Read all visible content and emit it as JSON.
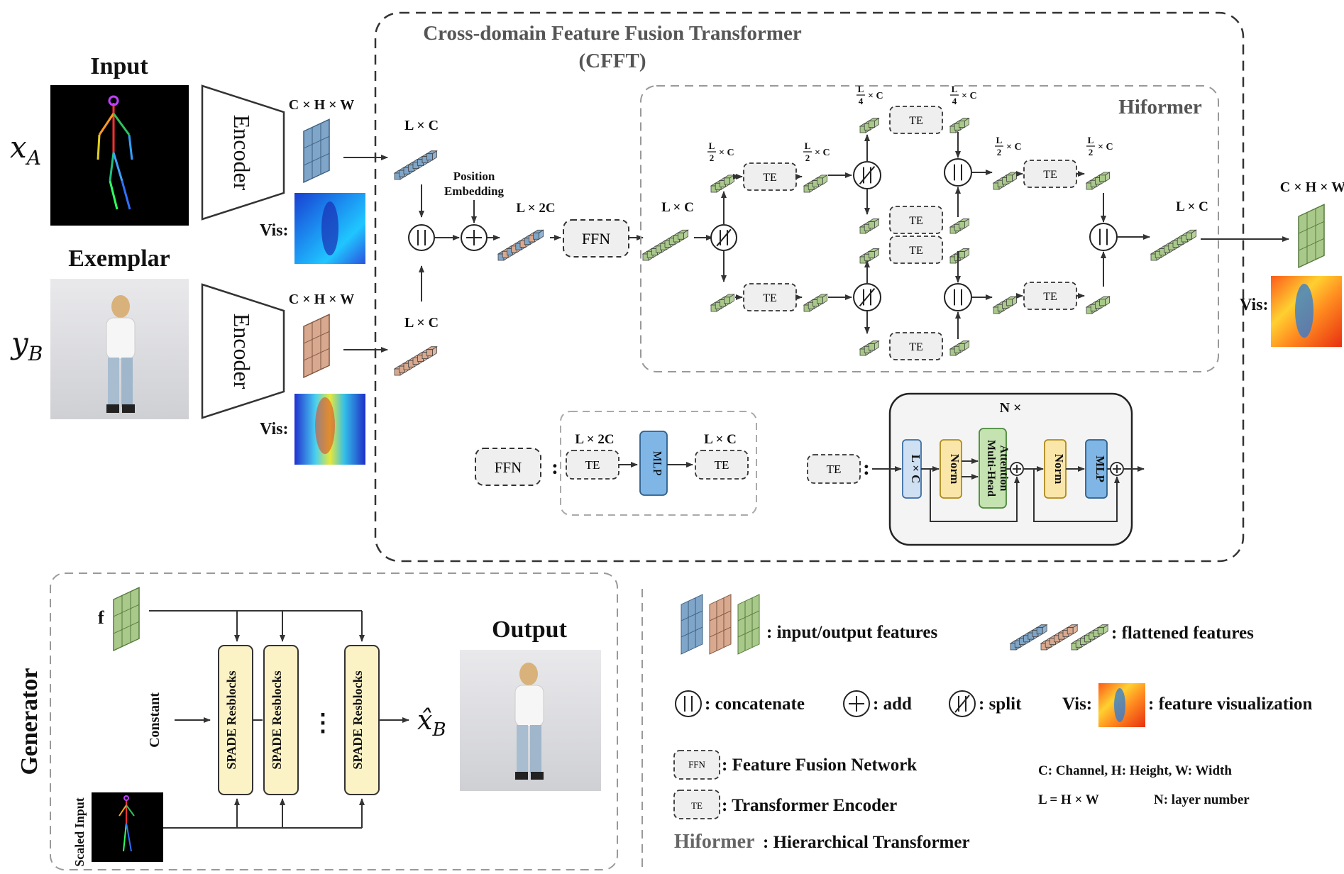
{
  "colors": {
    "blue_feature": "#7fa6c9",
    "brown_feature": "#d9a98f",
    "green_feature": "#a9c98a",
    "te_box_fill": "#efefef",
    "mlp_fill": "#7fb6e6",
    "norm_fill": "#fbe6a9",
    "attention_fill": "#c5e3b0",
    "spade_fill": "#fbf2c6",
    "lc_fill": "#cfe0f3",
    "gray_text": "#555555"
  },
  "left": {
    "input_title": "Input",
    "exemplar_title": "Exemplar",
    "x_a": "x_A",
    "y_b": "y_B",
    "encoder": "Encoder",
    "vis": "Vis:",
    "chw": "C × H × W"
  },
  "cfft": {
    "title_line1": "Cross-domain Feature Fusion Transformer",
    "title_line2": "(CFFT)",
    "lc": "L × C",
    "l2c": "L × 2C",
    "position_embedding_line1": "Position",
    "position_embedding_line2": "Embedding",
    "ffn": "FFN",
    "te": "TE",
    "mlp": "MLP",
    "norm": "Norm",
    "attention_line1": "Multi-Head",
    "attention_line2": "Attention",
    "n_times": "N ×",
    "half_c_num": "L",
    "half_c_den": "2",
    "quarter_den": "4",
    "times_c": "× C",
    "output_chw": "C × H × W",
    "colon": ":"
  },
  "hiformer": {
    "title": "Hiformer"
  },
  "generator": {
    "title": "Generator",
    "f": "f",
    "constant": "Constant",
    "spade": "SPADE Resblocks",
    "dots": "⋮",
    "scaled_input": "Scaled Input",
    "output_title": "Output",
    "x_hat_b": "x̂_B"
  },
  "legend": {
    "input_output_features": ":  input/output features",
    "flattened_features": ":  flattened features",
    "concatenate": ":  concatenate",
    "add": ":  add",
    "split": ":  split",
    "vis": "Vis:",
    "feature_visualization": ":  feature visualization",
    "ffn_label": "FFN",
    "te_label": "TE",
    "feature_fusion_network": ":  Feature Fusion Network",
    "transformer_encoder": ":  Transformer Encoder",
    "hiformer_word": "Hiformer",
    "hierarchical_transformer": ":  Hierarchical Transformer",
    "dims_note": "C: Channel,  H: Height,  W: Width",
    "l_note": "L = H × W",
    "n_note": "N: layer number"
  }
}
